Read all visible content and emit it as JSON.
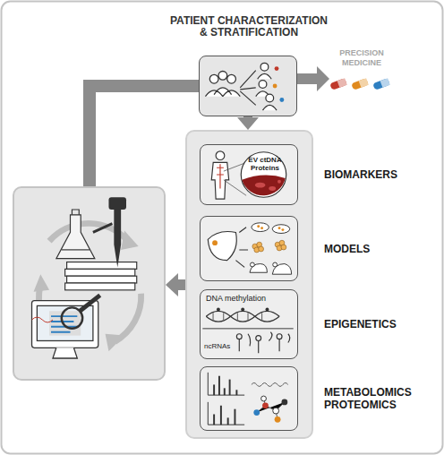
{
  "diagram": {
    "nodes": [
      {
        "text": [
          "PATIENT CHARACTERIZATION & STRATIFICATION"
        ]
      },
      {
        "text": []
      },
      {
        "text": [
          "BIOMARKERS",
          "EV ctDNA Proteins"
        ],
        "in": 1
      },
      {
        "text": [
          "MODELS"
        ],
        "in": 1
      },
      {
        "text": [
          "EPIGENETICS",
          "DNA methylation",
          "ncRNAs"
        ],
        "in": 1
      },
      {
        "text": [
          "METABOLOMICS PROTEOMICS"
        ],
        "in": 1
      },
      {
        "text": []
      }
    ],
    "edges": [
      {
        "from": 0,
        "to": 1,
        "arrow": "to"
      },
      {
        "from": 1,
        "to": 6,
        "arrow": "to"
      },
      {
        "from": 6,
        "to": 0,
        "arrow": "none"
      }
    ],
    "labels": [
      "PRECISION MEDICINE"
    ]
  }
}
